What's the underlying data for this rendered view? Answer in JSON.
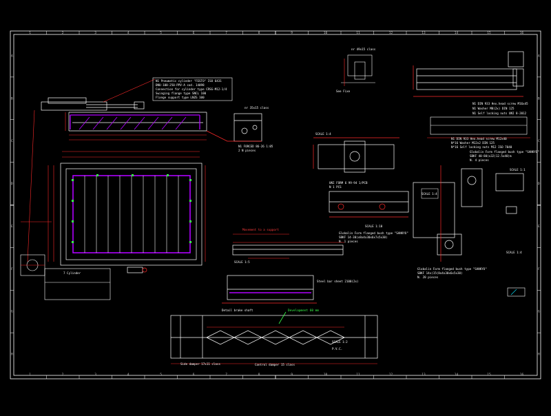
{
  "drawing": {
    "colors": {
      "background": "#000000",
      "frame": "#ffffff",
      "geometry": "#ffffff",
      "dimension": "#ff2a2a",
      "part": "#b000ff",
      "grid": "#8a8a8a",
      "highlight": "#00ff33",
      "accent": "#00e5ff",
      "axis": "#ffff00"
    },
    "columns": [
      "1",
      "2",
      "3",
      "4",
      "5",
      "6",
      "7",
      "8",
      "9",
      "10",
      "11",
      "12",
      "13",
      "14",
      "15",
      "16"
    ],
    "rows": [
      "A",
      "B",
      "C",
      "D",
      "E",
      "F",
      "G",
      "H"
    ],
    "notes": {
      "cylinder": [
        "N1 Pneumatic cylinder \"FESTO\" ISO 6431",
        "DNU-100-250-PPV-A cod. 14098",
        "Connection for cylinder type CRSG-M12-1/4",
        "Swinging flange type SNCL 100",
        "Flange support type LNZG 100"
      ],
      "cylinder_tag": "7 Cylinder",
      "bracket": [
        "N1 FORCED 86-26 1:05",
        "2 N pieces"
      ],
      "bracket_tag": "nr 35x15 class",
      "scale_1": "SCALE 1:4",
      "pipe": [
        "UNI FORM 6 99-94 1/PCB",
        "N 1 PCS"
      ],
      "scale_2": "SCALE 1:10",
      "ball_bush_1": [
        "Globalin Form flanged bush type \"SANKYO\"",
        "SBKF 40-80(x32(12.5x40)m",
        "N. 4 pieces"
      ],
      "ball_bush_2": [
        "Globalin Form flanged bush type \"SANKYO\"",
        "SBKF 14-30(x8x4x30x6x7x5x30)",
        "N. 1 pieces"
      ],
      "ball_bush_3": [
        "Globalin Form flanged bush type \"SANKYO\"",
        "SBKF 14x(15(8x4x30x6x5x30)",
        "N. 20 pieces"
      ],
      "fasteners": [
        "N1 DIN 933 Hex.head screw M16x45",
        "N1 Washer M8(2x) DIN 125",
        "N1 Self locking nuts UNI 8-2012"
      ],
      "fasteners_2": [
        "N1 DIN 933 Hex.head screw M12x40",
        "N*16 Washer M12x2 DIN 125",
        "N*16 Self locking nuts M12 ISO 7040"
      ],
      "scale_3": "SCALE 1:1",
      "scale_4": "SCALE 1:4",
      "scale_5": "SCALE 1:4",
      "mount_label": "See Fixe",
      "mount_tag": "nr 49x15 class",
      "movement": "Movement to a support",
      "detail_tag": "SCALE 1:5",
      "side_a": "Detail brake shaft",
      "side_b": "Steel bar sheet 2100(2x)",
      "development": "Development 60 mm",
      "bottom_left": "Side damper 17x11 class",
      "bottom_mid": "Control damper 15 class",
      "bottom_scale": "SCALE 1:2",
      "bottom_tag": "P.V.C."
    }
  }
}
